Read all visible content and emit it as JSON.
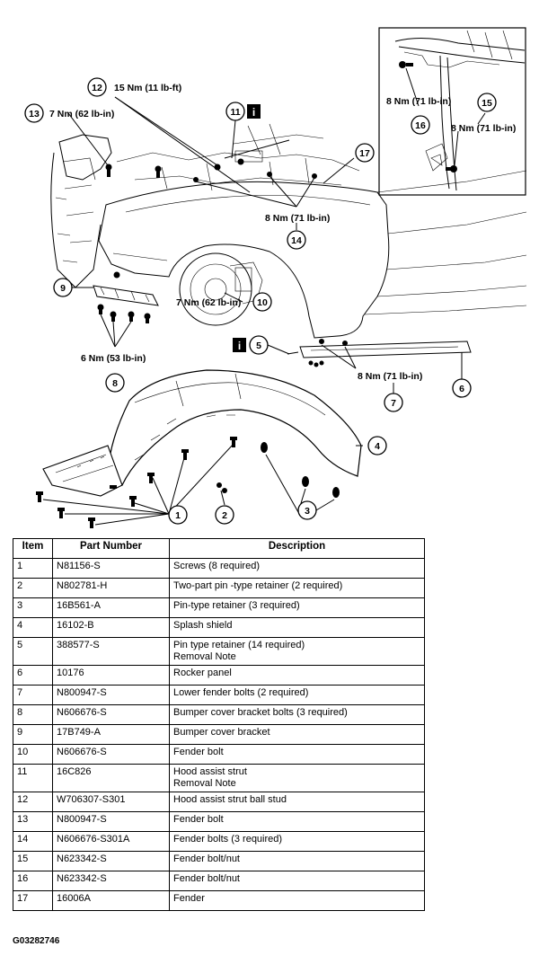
{
  "callouts": {
    "c1": "1",
    "c2": "2",
    "c3": "3",
    "c4": "4",
    "c5": "5",
    "c6": "6",
    "c7": "7",
    "c8": "8",
    "c9": "9",
    "c10": "10",
    "c11": "11",
    "c12": "12",
    "c13": "13",
    "c14": "14",
    "c15": "15",
    "c16": "16",
    "c17": "17"
  },
  "torques": {
    "t12": "15 Nm (11 lb-ft)",
    "t13": "7 Nm (62 lb-in)",
    "t14": "8 Nm (71 lb-in)",
    "t10": "7 Nm (62 lb-in)",
    "t8": "6 Nm (53 lb-in)",
    "t7": "8 Nm (71 lb-in)",
    "t16": "8 Nm (71 lb-in)",
    "t15": "8 Nm (71 lb-in)"
  },
  "info_icon": "i",
  "table": {
    "headers": [
      "Item",
      "Part Number",
      "Description"
    ],
    "rows": [
      {
        "item": "1",
        "part": "N81156-S",
        "desc": "Screws (8 required)",
        "note": ""
      },
      {
        "item": "2",
        "part": "N802781-H",
        "desc": "Two-part pin -type retainer (2 required)",
        "note": ""
      },
      {
        "item": "3",
        "part": "16B561-A",
        "desc": "Pin-type retainer (3 required)",
        "note": ""
      },
      {
        "item": "4",
        "part": "16102-B",
        "desc": "Splash shield",
        "note": ""
      },
      {
        "item": "5",
        "part": "388577-S",
        "desc": "Pin type retainer (14 required)",
        "note": "Removal Note"
      },
      {
        "item": "6",
        "part": "10176",
        "desc": "Rocker panel",
        "note": ""
      },
      {
        "item": "7",
        "part": "N800947-S",
        "desc": "Lower fender bolts (2 required)",
        "note": ""
      },
      {
        "item": "8",
        "part": "N606676-S",
        "desc": "Bumper cover bracket bolts (3 required)",
        "note": ""
      },
      {
        "item": "9",
        "part": "17B749-A",
        "desc": "Bumper cover bracket",
        "note": ""
      },
      {
        "item": "10",
        "part": "N606676-S",
        "desc": "Fender bolt",
        "note": ""
      },
      {
        "item": "11",
        "part": "16C826",
        "desc": "Hood assist strut",
        "note": "Removal Note"
      },
      {
        "item": "12",
        "part": "W706307-S301",
        "desc": "Hood assist strut ball stud",
        "note": ""
      },
      {
        "item": "13",
        "part": "N800947-S",
        "desc": "Fender bolt",
        "note": ""
      },
      {
        "item": "14",
        "part": "N606676-S301A",
        "desc": "Fender bolts (3 required)",
        "note": ""
      },
      {
        "item": "15",
        "part": "N623342-S",
        "desc": "Fender bolt/nut",
        "note": ""
      },
      {
        "item": "16",
        "part": "N623342-S",
        "desc": "Fender bolt/nut",
        "note": ""
      },
      {
        "item": "17",
        "part": "16006A",
        "desc": "Fender",
        "note": ""
      }
    ]
  },
  "figure_id": "G03282746"
}
